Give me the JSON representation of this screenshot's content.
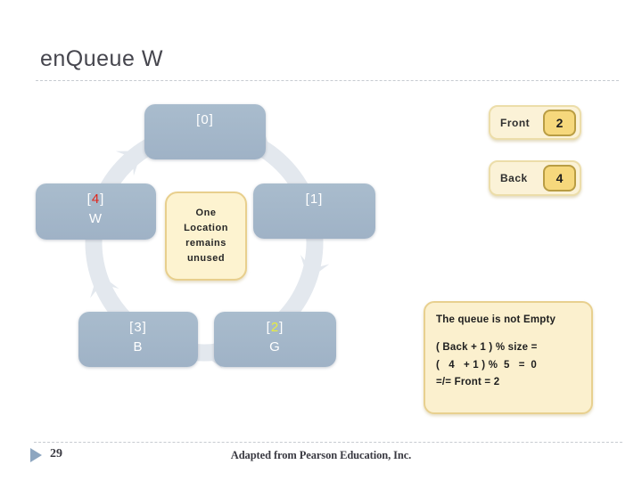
{
  "slide": {
    "title": "enQueue W"
  },
  "colors": {
    "cell_blue": "#a3b6ca",
    "ring_gray": "#e3e8ee",
    "cream_fill": "#fbf0ce",
    "cream_border": "#e8d08f",
    "gold_value_fill": "#f6d87c",
    "gold_value_border": "#b99d43",
    "back_index_red": "#e1251b",
    "front_index_yellow": "#e9ed3e",
    "title_gray": "#46464e",
    "footer_arrow_blue": "#8da6c0"
  },
  "cells": [
    {
      "open": "[",
      "num": "0",
      "close": "]",
      "letter": "",
      "num_color": "#ffffff"
    },
    {
      "open": "[",
      "num": "1",
      "close": "]",
      "letter": "",
      "num_color": "#ffffff"
    },
    {
      "open": "[",
      "num": "2",
      "close": "]",
      "letter": "G",
      "num_color": "#e9ed3e"
    },
    {
      "open": "[",
      "num": "3",
      "close": "]",
      "letter": "B",
      "num_color": "#ffffff"
    },
    {
      "open": "[",
      "num": "4",
      "close": "]",
      "letter": "W",
      "num_color": "#e1251b"
    }
  ],
  "center_note": {
    "text": "One Location remains unused"
  },
  "pointers": {
    "front": {
      "label": "Front",
      "value": "2"
    },
    "back": {
      "label": "Back",
      "value": "4"
    }
  },
  "status": {
    "heading_plain": "The queue is not ",
    "heading_bold": "Empty",
    "lines": [
      "( Back + 1 ) % size =",
      "(   4   + 1 ) %  5   =  0",
      "=/= Front = 2"
    ]
  },
  "footer": {
    "page_number": "29",
    "credit": "Adapted from Pearson Education, Inc."
  }
}
